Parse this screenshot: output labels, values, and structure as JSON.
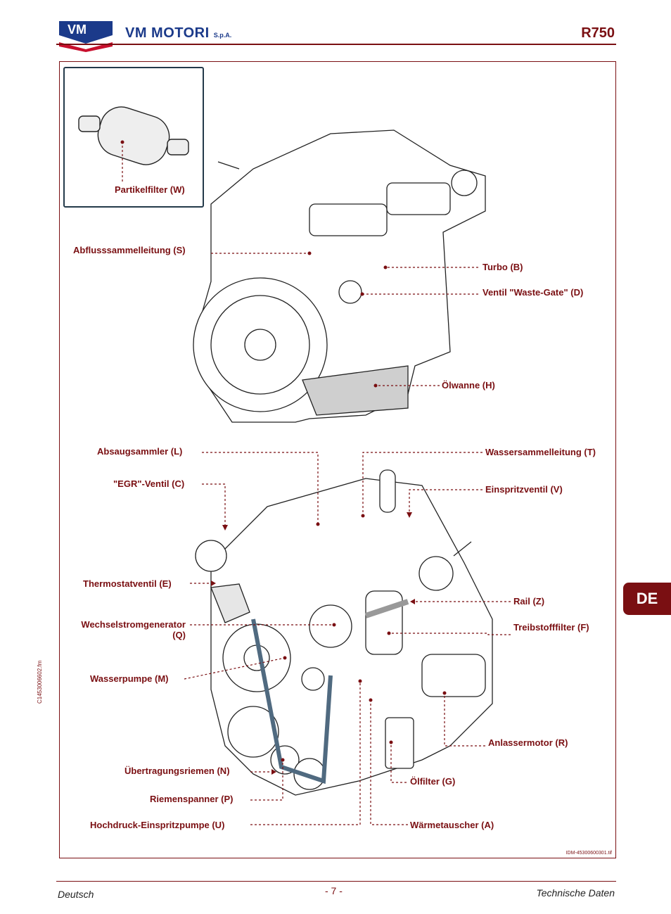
{
  "header": {
    "brand_name": "VM MOTORI",
    "brand_suffix": "S.p.A.",
    "model": "R750",
    "logo_text": "VM",
    "brand_color": "#1b3a8a",
    "accent_color": "#7a0f12"
  },
  "section_tab": "DE",
  "side_code": "C1453006602.fm",
  "image_id": "IDM-45300600301.tif",
  "inset": {
    "label": "Partikelfilter (W)"
  },
  "labels_top": {
    "abfluss": "Abflusssammelleitung (S)",
    "turbo": "Turbo (B)",
    "wastegate": "Ventil \"Waste-Gate\" (D)",
    "oelwanne": "Ölwanne (H)"
  },
  "labels_bottom": {
    "absaug": "Absaugsammler (L)",
    "wasser_sammel": "Wassersammelleitung (T)",
    "egr": "\"EGR\"-Ventil (C)",
    "einspritz": "Einspritzventil (V)",
    "thermostat": "Thermostatventil (E)",
    "rail": "Rail (Z)",
    "generator_l1": "Wechselstromgenerator",
    "generator_l2": "(Q)",
    "treibstoff": "Treibstofffilter (F)",
    "wasserpumpe": "Wasserpumpe (M)",
    "anlasser": "Anlassermotor (R)",
    "riemen": "Übertragungsriemen (N)",
    "oelfilter": "Ölfilter (G)",
    "spanner": "Riemenspanner (P)",
    "hochdruck": "Hochdruck-Einspritzpumpe (U)",
    "waerme": "Wärmetauscher (A)"
  },
  "footer": {
    "language": "Deutsch",
    "page": "- 7 -",
    "section": "Technische Daten"
  }
}
